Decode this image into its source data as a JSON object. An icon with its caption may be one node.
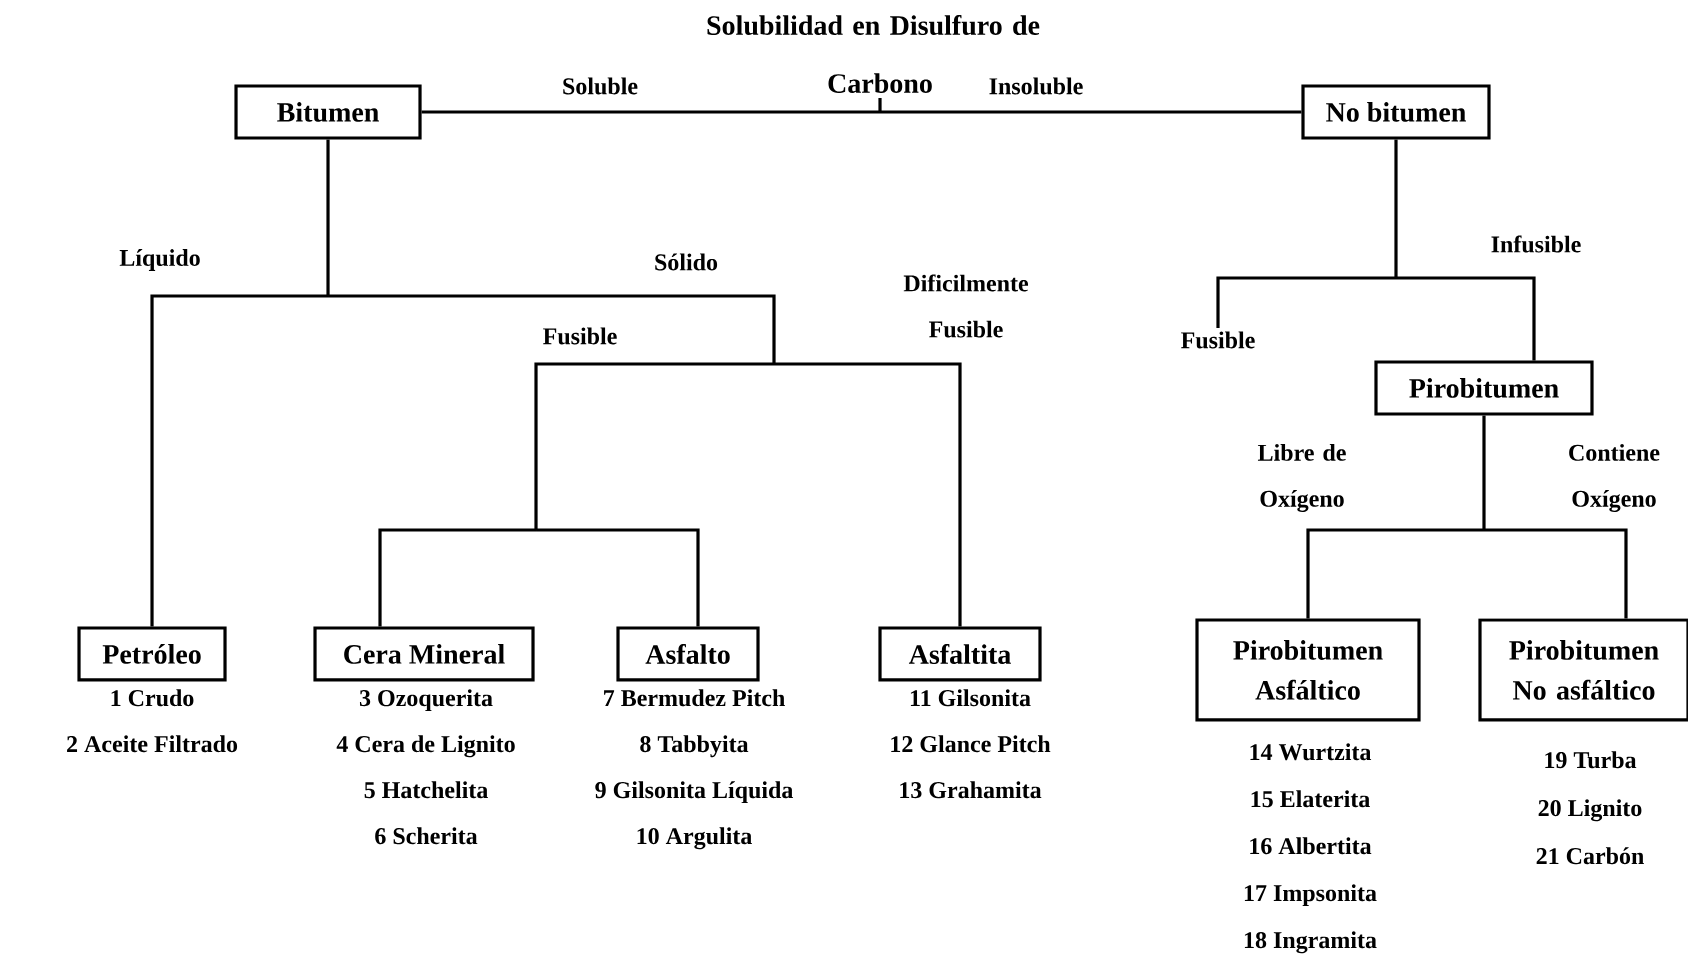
{
  "diagram": {
    "title": "Solubilidad en Disulfuro de Carbono",
    "nodes": [
      {
        "text": [
          "Bitumen"
        ]
      },
      {
        "text": [
          "No bitumen"
        ]
      },
      {
        "text": [
          "Fusible"
        ]
      },
      {
        "text": [
          "Pirobitumen"
        ]
      },
      {
        "text": [
          "Petróleo"
        ],
        "beside": [
          "1  Crudo",
          "2  Aceite Filtrado"
        ]
      },
      {
        "text": [
          "Cera Mineral"
        ],
        "beside": [
          "3  Ozoquerita",
          "4  Cera de Lignito",
          "5  Hatchelita",
          "6  Scherita"
        ]
      },
      {
        "text": [
          "Asfalto"
        ],
        "beside": [
          "7  Bermudez  Pitch",
          "8  Tabbyita",
          "9  Gilsonita Líquida",
          "10  Argulita"
        ]
      },
      {
        "text": [
          "Asfaltita"
        ],
        "beside": [
          "11  Gilsonita",
          "12  Glance Pitch",
          "13  Grahamita"
        ]
      },
      {
        "text": [
          "Pirobitumen Asfáltico"
        ],
        "beside": [
          "14  Wurtzita",
          "15  Elaterita",
          "16  Albertita",
          "17  Impsonita",
          "18  Ingramita"
        ]
      },
      {
        "text": [
          "Pirobitumen No asfáltico"
        ],
        "beside": [
          "19  Turba",
          "20  Lignito",
          "21  Carbón"
        ]
      }
    ],
    "edges": [
      {
        "from": 0,
        "to": 1,
        "arrow": "none"
      },
      {
        "from": 0,
        "to": 4,
        "arrow": "none"
      },
      {
        "from": 0,
        "to": 5,
        "arrow": "none"
      },
      {
        "from": 0,
        "to": 6,
        "arrow": "none"
      },
      {
        "from": 0,
        "to": 7,
        "arrow": "none"
      },
      {
        "from": 1,
        "to": 2,
        "arrow": "none"
      },
      {
        "from": 1,
        "to": 3,
        "arrow": "none"
      },
      {
        "from": 3,
        "to": 8,
        "arrow": "none"
      },
      {
        "from": 3,
        "to": 9,
        "arrow": "none"
      }
    ],
    "labels": [
      "Soluble",
      "Insoluble",
      "Líquido",
      "Sólido",
      "Dificilmente Fusible",
      "Fusible",
      "Infusible",
      "Libre de Oxígeno",
      "Contiene Oxígeno"
    ]
  }
}
